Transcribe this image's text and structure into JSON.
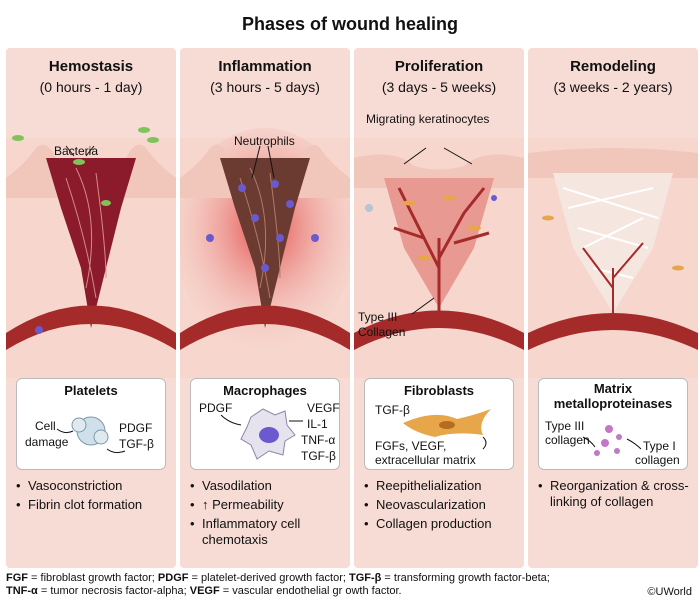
{
  "title": "Phases of wound healing",
  "phases": [
    {
      "name": "Hemostasis",
      "time": "(0 hours - 1 day)",
      "scene_labels": [
        "Bacteria"
      ],
      "callout": {
        "title": "Platelets",
        "texts": [
          "Cell",
          "damage",
          "PDGF",
          "TGF-β"
        ]
      },
      "bullets": [
        "Vasoconstriction",
        "Fibrin clot formation"
      ]
    },
    {
      "name": "Inflammation",
      "time": "(3 hours - 5 days)",
      "scene_labels": [
        "Neutrophils"
      ],
      "callout": {
        "title": "Macrophages",
        "texts": [
          "PDGF",
          "VEGF",
          "IL-1",
          "TNF-α",
          "TGF-β"
        ]
      },
      "bullets": [
        "Vasodilation",
        "↑ Permeability",
        "Inflammatory cell chemotaxis"
      ]
    },
    {
      "name": "Proliferation",
      "time": "(3 days - 5 weeks)",
      "scene_labels": [
        "Migrating keratinocytes",
        "Type III",
        "Collagen"
      ],
      "callout": {
        "title": "Fibroblasts",
        "texts": [
          "TGF-β",
          "FGFs, VEGF,",
          "extracellular matrix"
        ]
      },
      "bullets": [
        "Reepithelialization",
        "Neovascularization",
        "Collagen production"
      ]
    },
    {
      "name": "Remodeling",
      "time": "(3 weeks - 2 years)",
      "scene_labels": [],
      "callout": {
        "title": "Matrix metalloproteinases",
        "texts": [
          "Type III",
          "collagen",
          "Type I",
          "collagen"
        ]
      },
      "bullets": [
        "Reorganization & cross-linking of collagen"
      ]
    }
  ],
  "footnote": {
    "line1": [
      {
        "term": "FGF",
        "def": " = fibroblast growth factor; "
      },
      {
        "term": "PDGF",
        "def": " = platelet-derived growth factor; "
      },
      {
        "term": "TGF-β",
        "def": " = transforming growth factor-beta;"
      }
    ],
    "line2": [
      {
        "term": "TNF-α",
        "def": " = tumor necrosis factor-alpha; "
      },
      {
        "term": "VEGF",
        "def": " = vascular endothelial gr owth factor."
      }
    ]
  },
  "copyright": "©UWorld",
  "colors": {
    "panel_bg": "#f7dcd5",
    "skin": "#f1c7bb",
    "vessel": "#a52a2a",
    "clot": "#8b1a2a",
    "inflamed": "#e23b3b",
    "neutrophil": "#6a5acd",
    "fibroblast": "#e7a64a",
    "collagen": "#f5e6e0"
  }
}
